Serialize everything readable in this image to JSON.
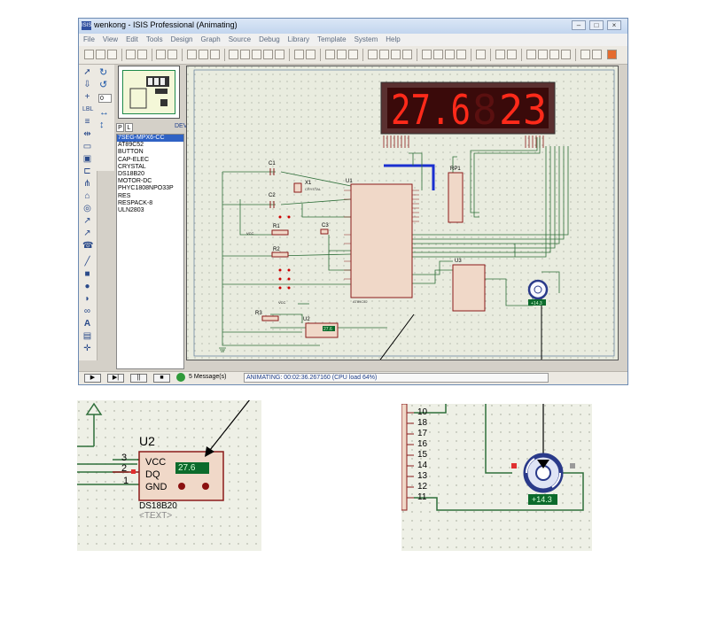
{
  "window": {
    "title": "wenkong - ISIS Professional (Animating)",
    "app_icon": "isis-app-icon",
    "controls": [
      "minimize-icon",
      "maximize-icon",
      "close-icon"
    ]
  },
  "menu": [
    "File",
    "View",
    "Edit",
    "Tools",
    "Design",
    "Graph",
    "Source",
    "Debug",
    "Library",
    "Template",
    "System",
    "Help"
  ],
  "sidebar": {
    "rotation_value": "0",
    "picker_tabs": [
      "P",
      "L"
    ],
    "devices_header": "DEVICES",
    "devices": [
      "7SEG-MPX6-CC",
      "AT89C52",
      "BUTTON",
      "CAP-ELEC",
      "CRYSTAL",
      "DS18B20",
      "MOTOR-DC",
      "PHYC1808NPO33P",
      "RES",
      "RESPACK-8",
      "ULN2803"
    ],
    "selected_device": "7SEG-MPX6-CC"
  },
  "schematic": {
    "display_digits": "27.6 23",
    "display_left": "27.6",
    "display_right": "23",
    "labels": {
      "c1": "C1",
      "c2": "C2",
      "c3": "C3",
      "x1": "X1",
      "r1": "R1",
      "r2": "R2",
      "r3": "R3",
      "u1": "U1",
      "u2": "U2",
      "u3": "U3",
      "rp1": "RP1",
      "vcc": "VCC",
      "crystal": "CRYSTAL",
      "u1_part": "AT89C52",
      "text_placeholder": "<TEXT>"
    },
    "sensor_reading": "27.6",
    "motor_reading": "+14.3"
  },
  "statusbar": {
    "play_controls": [
      "play-icon",
      "step-icon",
      "pause-icon",
      "stop-icon"
    ],
    "messages": "5 Message(s)",
    "animation_status": "ANIMATING: 00:02:36.267160 (CPU load 64%)"
  },
  "zoom_sensor": {
    "ref": "U2",
    "pins": [
      {
        "num": "3",
        "name": "VCC"
      },
      {
        "num": "2",
        "name": "DQ"
      },
      {
        "num": "1",
        "name": "GND"
      }
    ],
    "reading": "27.6",
    "part": "DS18B20",
    "text": "<TEXT>"
  },
  "zoom_motor": {
    "pins": [
      "10",
      "18",
      "17",
      "16",
      "15",
      "14",
      "13",
      "12",
      "11"
    ],
    "reading": "+14.3"
  },
  "colors": {
    "canvas_bg": "#e9ecdf",
    "wire": "#2f6f3a",
    "component_outline": "#8b1a1a",
    "component_fill": "#f0d8c8",
    "display_bg": "#3a0a0a",
    "display_digit": "#ff2a1a",
    "bus": "#1a2fd0",
    "readout_bg": "#0c6b2c",
    "readout_text": "#d8ffd8"
  }
}
